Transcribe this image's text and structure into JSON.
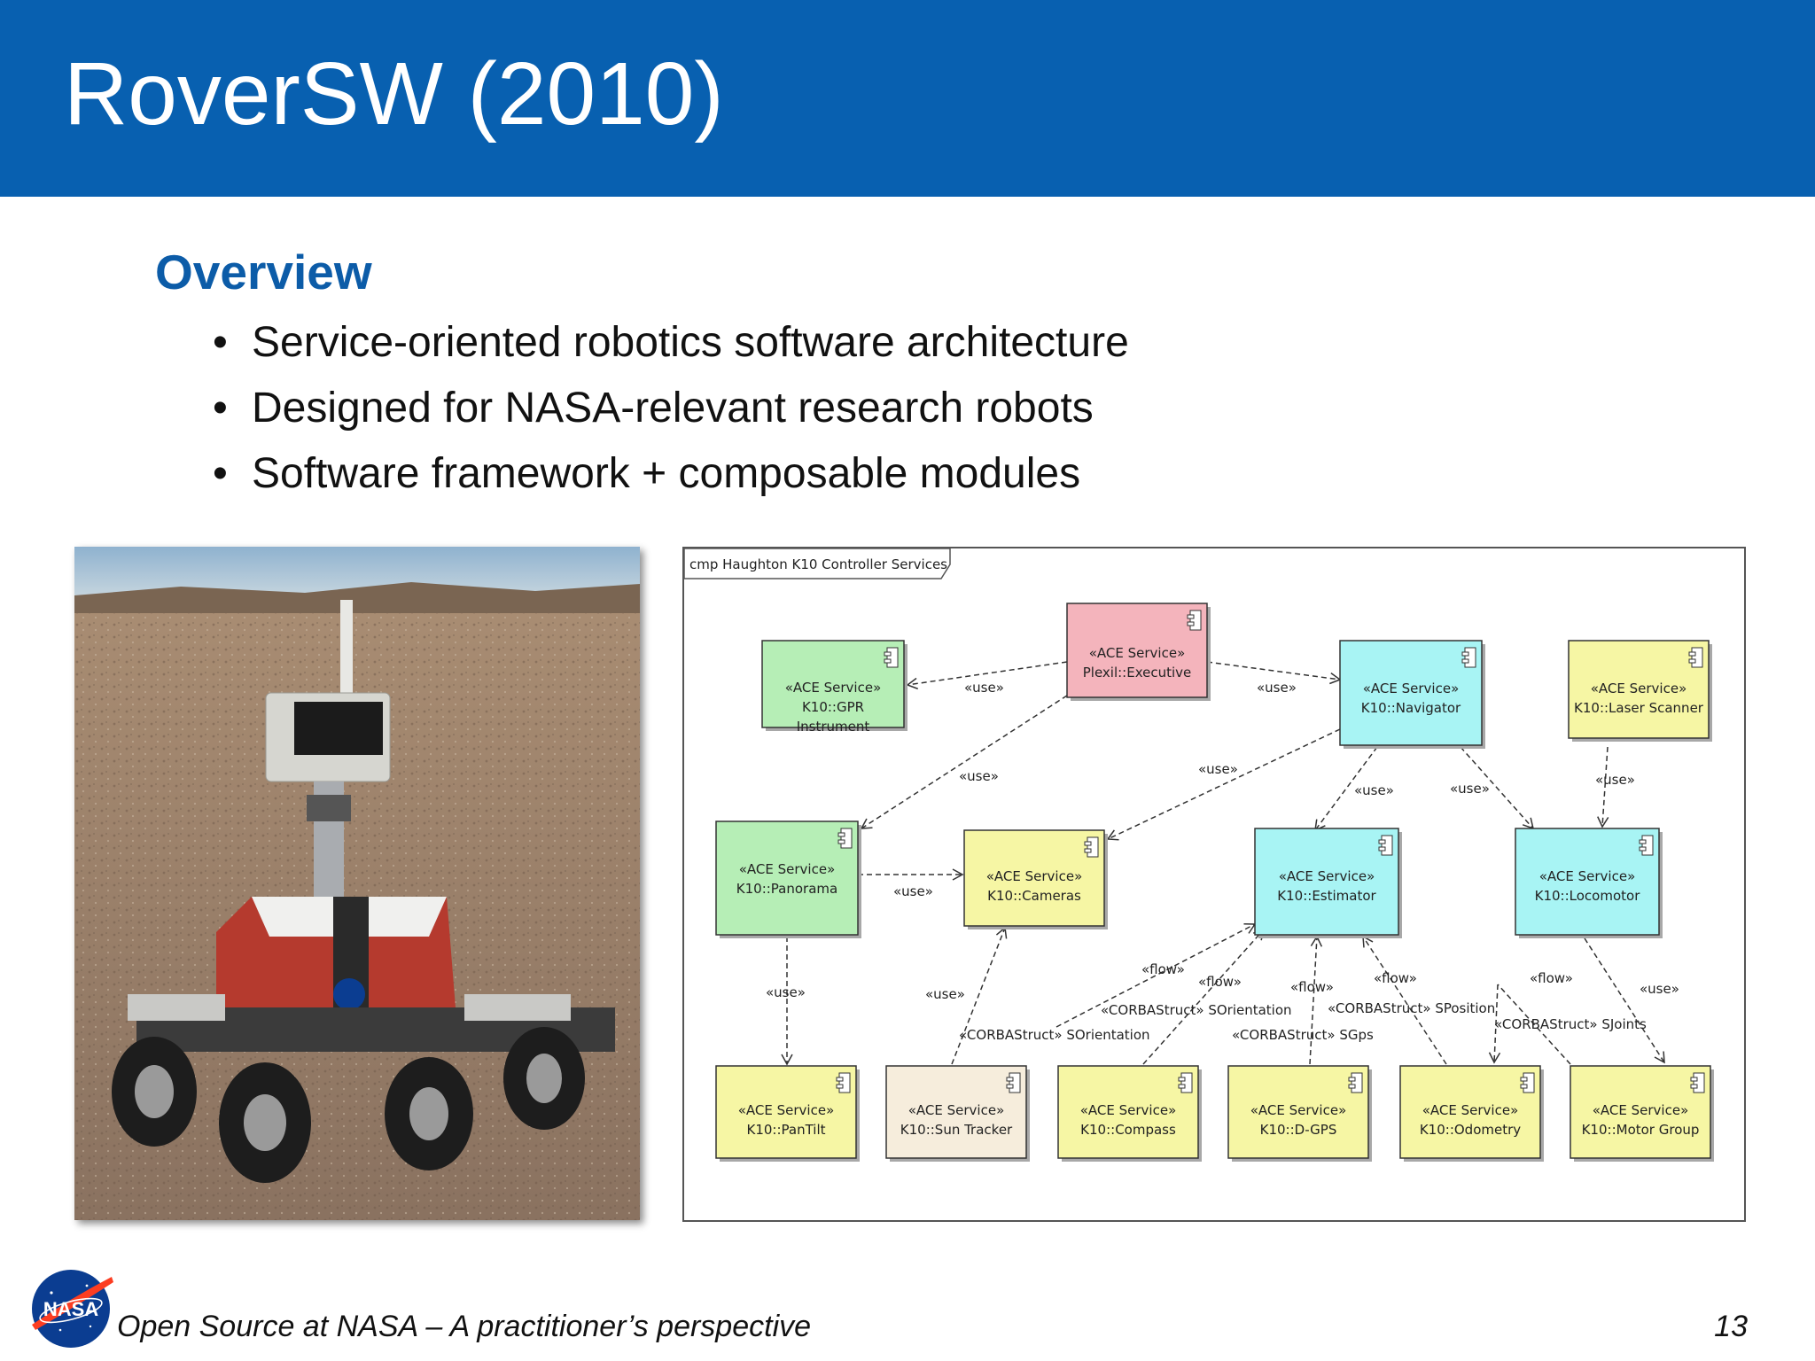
{
  "slide": {
    "title": "RoverSW (2010)",
    "heading": "Overview",
    "bullet_glyph": "•",
    "bullets": [
      "Service-oriented robotics software architecture",
      "Designed for NASA-relevant research robots",
      "Software framework + composable modules"
    ],
    "footer": "Open Source at NASA – A practitioner’s perspective",
    "page_number": "13",
    "logo_text": "NASA"
  },
  "colors": {
    "header_bg": "#0860b0",
    "heading": "#0c5ca8",
    "green_node": "#b6eeb6",
    "pink_node": "#f4b4bc",
    "cyan_node": "#a8f4f4",
    "yellow_node": "#f6f6a4",
    "beige_node": "#f6eddc"
  },
  "diagram": {
    "frame_label": "cmp Haughton K10 Controller Services",
    "nodes": {
      "gpr": {
        "stereotype": "«ACE Service»",
        "name": "K10::GPR",
        "name2": "Instrument"
      },
      "executive": {
        "stereotype": "«ACE Service»",
        "name": "Plexil::Executive"
      },
      "navigator": {
        "stereotype": "«ACE Service»",
        "name": "K10::Navigator"
      },
      "laser": {
        "stereotype": "«ACE Service»",
        "name": "K10::Laser Scanner"
      },
      "panorama": {
        "stereotype": "«ACE Service»",
        "name": "K10::Panorama"
      },
      "cameras": {
        "stereotype": "«ACE Service»",
        "name": "K10::Cameras"
      },
      "estimator": {
        "stereotype": "«ACE Service»",
        "name": "K10::Estimator"
      },
      "locomotor": {
        "stereotype": "«ACE Service»",
        "name": "K10::Locomotor"
      },
      "pantilt": {
        "stereotype": "«ACE Service»",
        "name": "K10::PanTilt"
      },
      "suntracker": {
        "stereotype": "«ACE Service»",
        "name": "K10::Sun Tracker"
      },
      "compass": {
        "stereotype": "«ACE Service»",
        "name": "K10::Compass"
      },
      "dgps": {
        "stereotype": "«ACE Service»",
        "name": "K10::D-GPS"
      },
      "odometry": {
        "stereotype": "«ACE Service»",
        "name": "K10::Odometry"
      },
      "motorgroup": {
        "stereotype": "«ACE Service»",
        "name": "K10::Motor Group"
      }
    },
    "labels": {
      "use": "«use»",
      "flow": "«flow»",
      "sorientation": "«CORBAStruct» SOrientation",
      "sposition": "«CORBAStruct» SPosition",
      "sgps": "«CORBAStruct» SGps",
      "sjoints": "«CORBAStruct» SJoints"
    }
  }
}
